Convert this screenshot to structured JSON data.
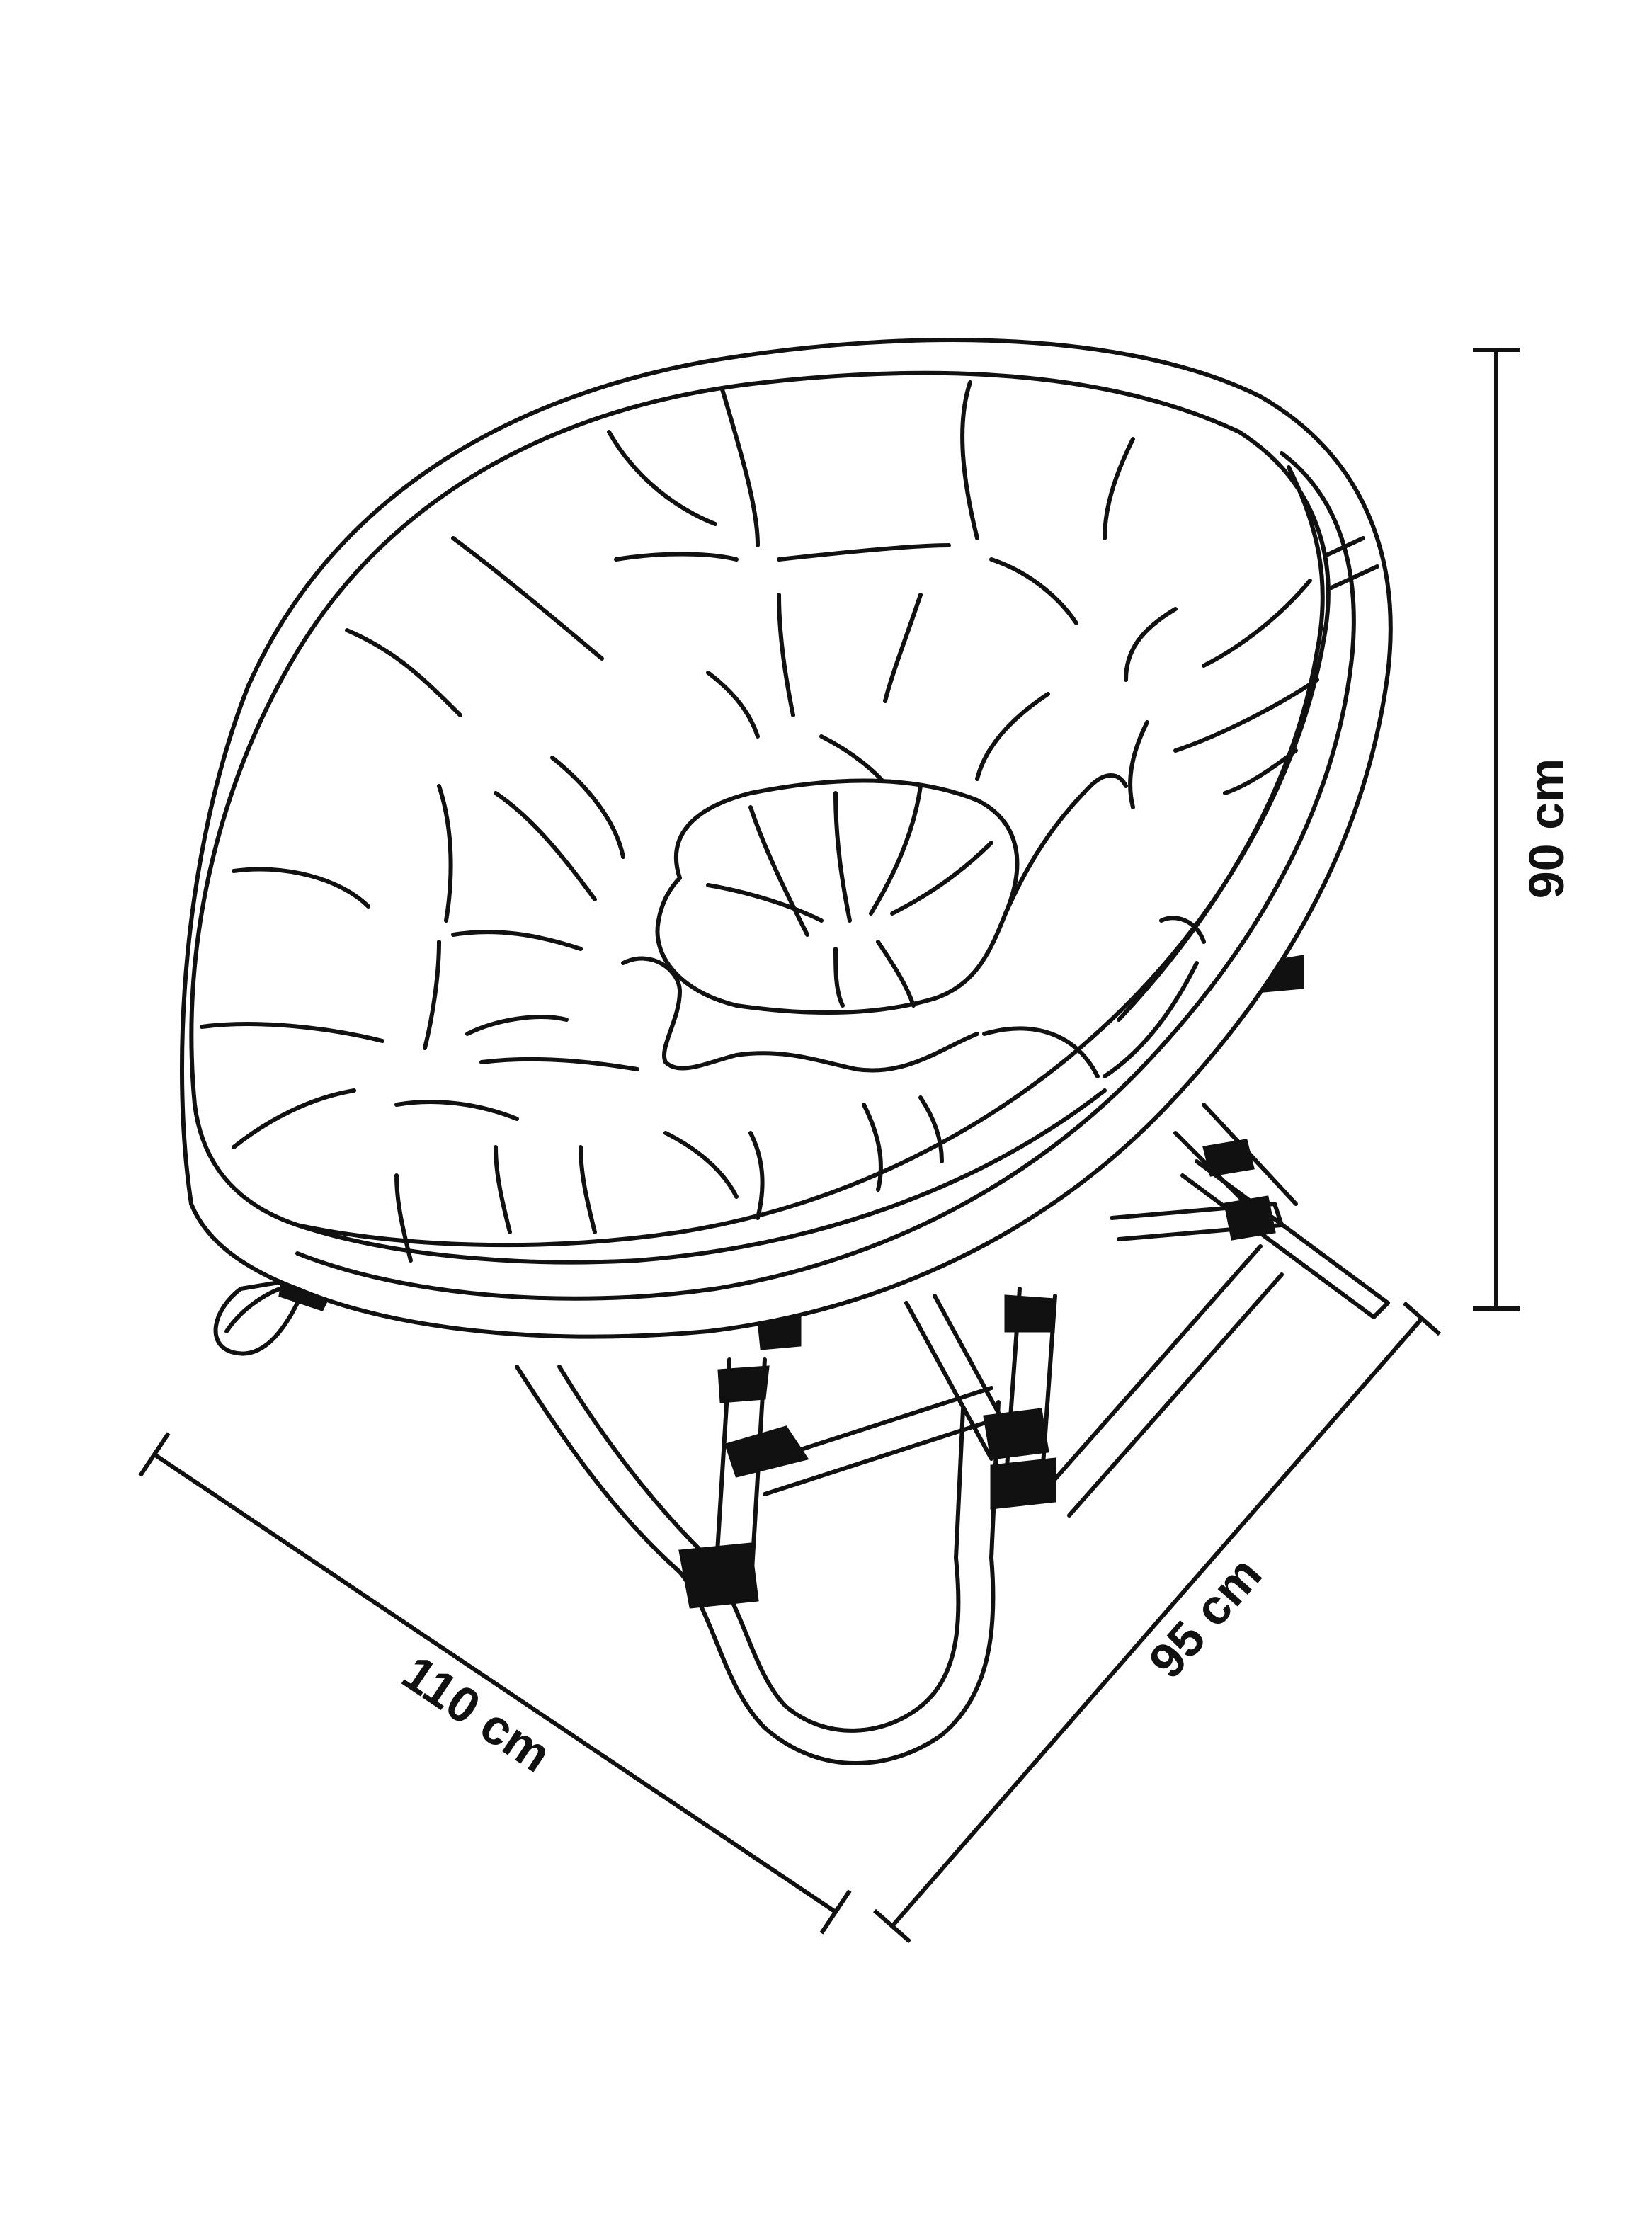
{
  "dimensions": {
    "height": "90 cm",
    "width": "110 cm",
    "depth": "95 cm"
  },
  "colors": {
    "ink": "#111111",
    "background": "#ffffff"
  }
}
